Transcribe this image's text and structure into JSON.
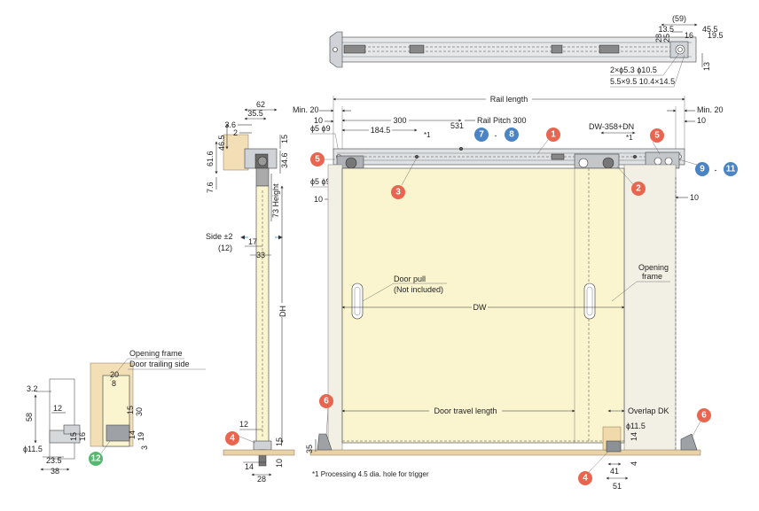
{
  "top_rail": {
    "dims": {
      "d59": "(59)",
      "d13_5": "13.5",
      "d45_5": "45.5",
      "d16": "16",
      "d19_5": "19.5",
      "d28": "28",
      "d25": "25",
      "d13": "13"
    },
    "holes": {
      "h1": "2×ϕ5.3 ϕ10.5",
      "h2": "5.5×9.5 10.4×14.5"
    }
  },
  "side_view": {
    "dims": {
      "d62": "62",
      "d35_5": "35.5",
      "d3_6": "3.6",
      "d2": "2",
      "d46_5": "46.5",
      "d15": "15",
      "d61_6": "61.6",
      "d34_6": "34.6",
      "d7_6": "7.6",
      "height": "73 Height",
      "side": "Side ±2",
      "side12": "(12)",
      "d17": "17",
      "d33": "33",
      "dh": "DH",
      "d12": "12",
      "d15b": "15",
      "d10": "10",
      "d14": "14",
      "d28": "28"
    }
  },
  "front_view": {
    "rail_length": "Rail length",
    "min20_left": "Min. 20",
    "min20_right": "Min. 20",
    "d10_l": "10",
    "d10_r": "10",
    "d10_b": "10",
    "d10_bl": "10",
    "d300": "300",
    "d531": "531",
    "pitch": "Rail Pitch 300",
    "d184_5": "184.5",
    "phi_top": "ϕ5 ϕ9",
    "phi_bot": "ϕ5 ϕ9",
    "note_mark": "*1",
    "note_mark2": "*1",
    "dw358": "DW-358+DN",
    "door_pull": "Door pull",
    "not_included": "(Not included)",
    "dw": "DW",
    "opening_frame": "Opening",
    "opening_frame2": "frame",
    "travel": "Door travel length",
    "overlap": "Overlap DK",
    "d35": "35",
    "phi11_5": "ϕ11.5",
    "d14": "14",
    "d41": "41",
    "d51": "51",
    "d4": "4",
    "footnote": "*1 Processing 4.5 dia. hole for trigger"
  },
  "detail_left": {
    "d3_2": "3.2",
    "d58": "58",
    "d12": "12",
    "d15": "15",
    "d16": "16",
    "d23_5": "23.5",
    "d38": "38",
    "phi11_5": "ϕ11.5"
  },
  "detail_mid": {
    "opening_frame": "Opening frame",
    "trailing": "Door trailing side",
    "d20": "20",
    "d8": "8",
    "d30": "30",
    "d15": "15",
    "d14": "14",
    "d19": "19",
    "d3": "3"
  },
  "callouts": {
    "c1": "1",
    "c2": "2",
    "c3": "3",
    "c4": "4",
    "c5": "5",
    "c6": "6",
    "c7": "7",
    "c8": "8",
    "c9": "9",
    "c11": "11",
    "c12": "12",
    "dash": "-"
  },
  "colors": {
    "callout_red": "#e8664f",
    "callout_blue": "#4a84c4",
    "callout_green": "#56b870",
    "door_fill": "#fbf5cf"
  }
}
